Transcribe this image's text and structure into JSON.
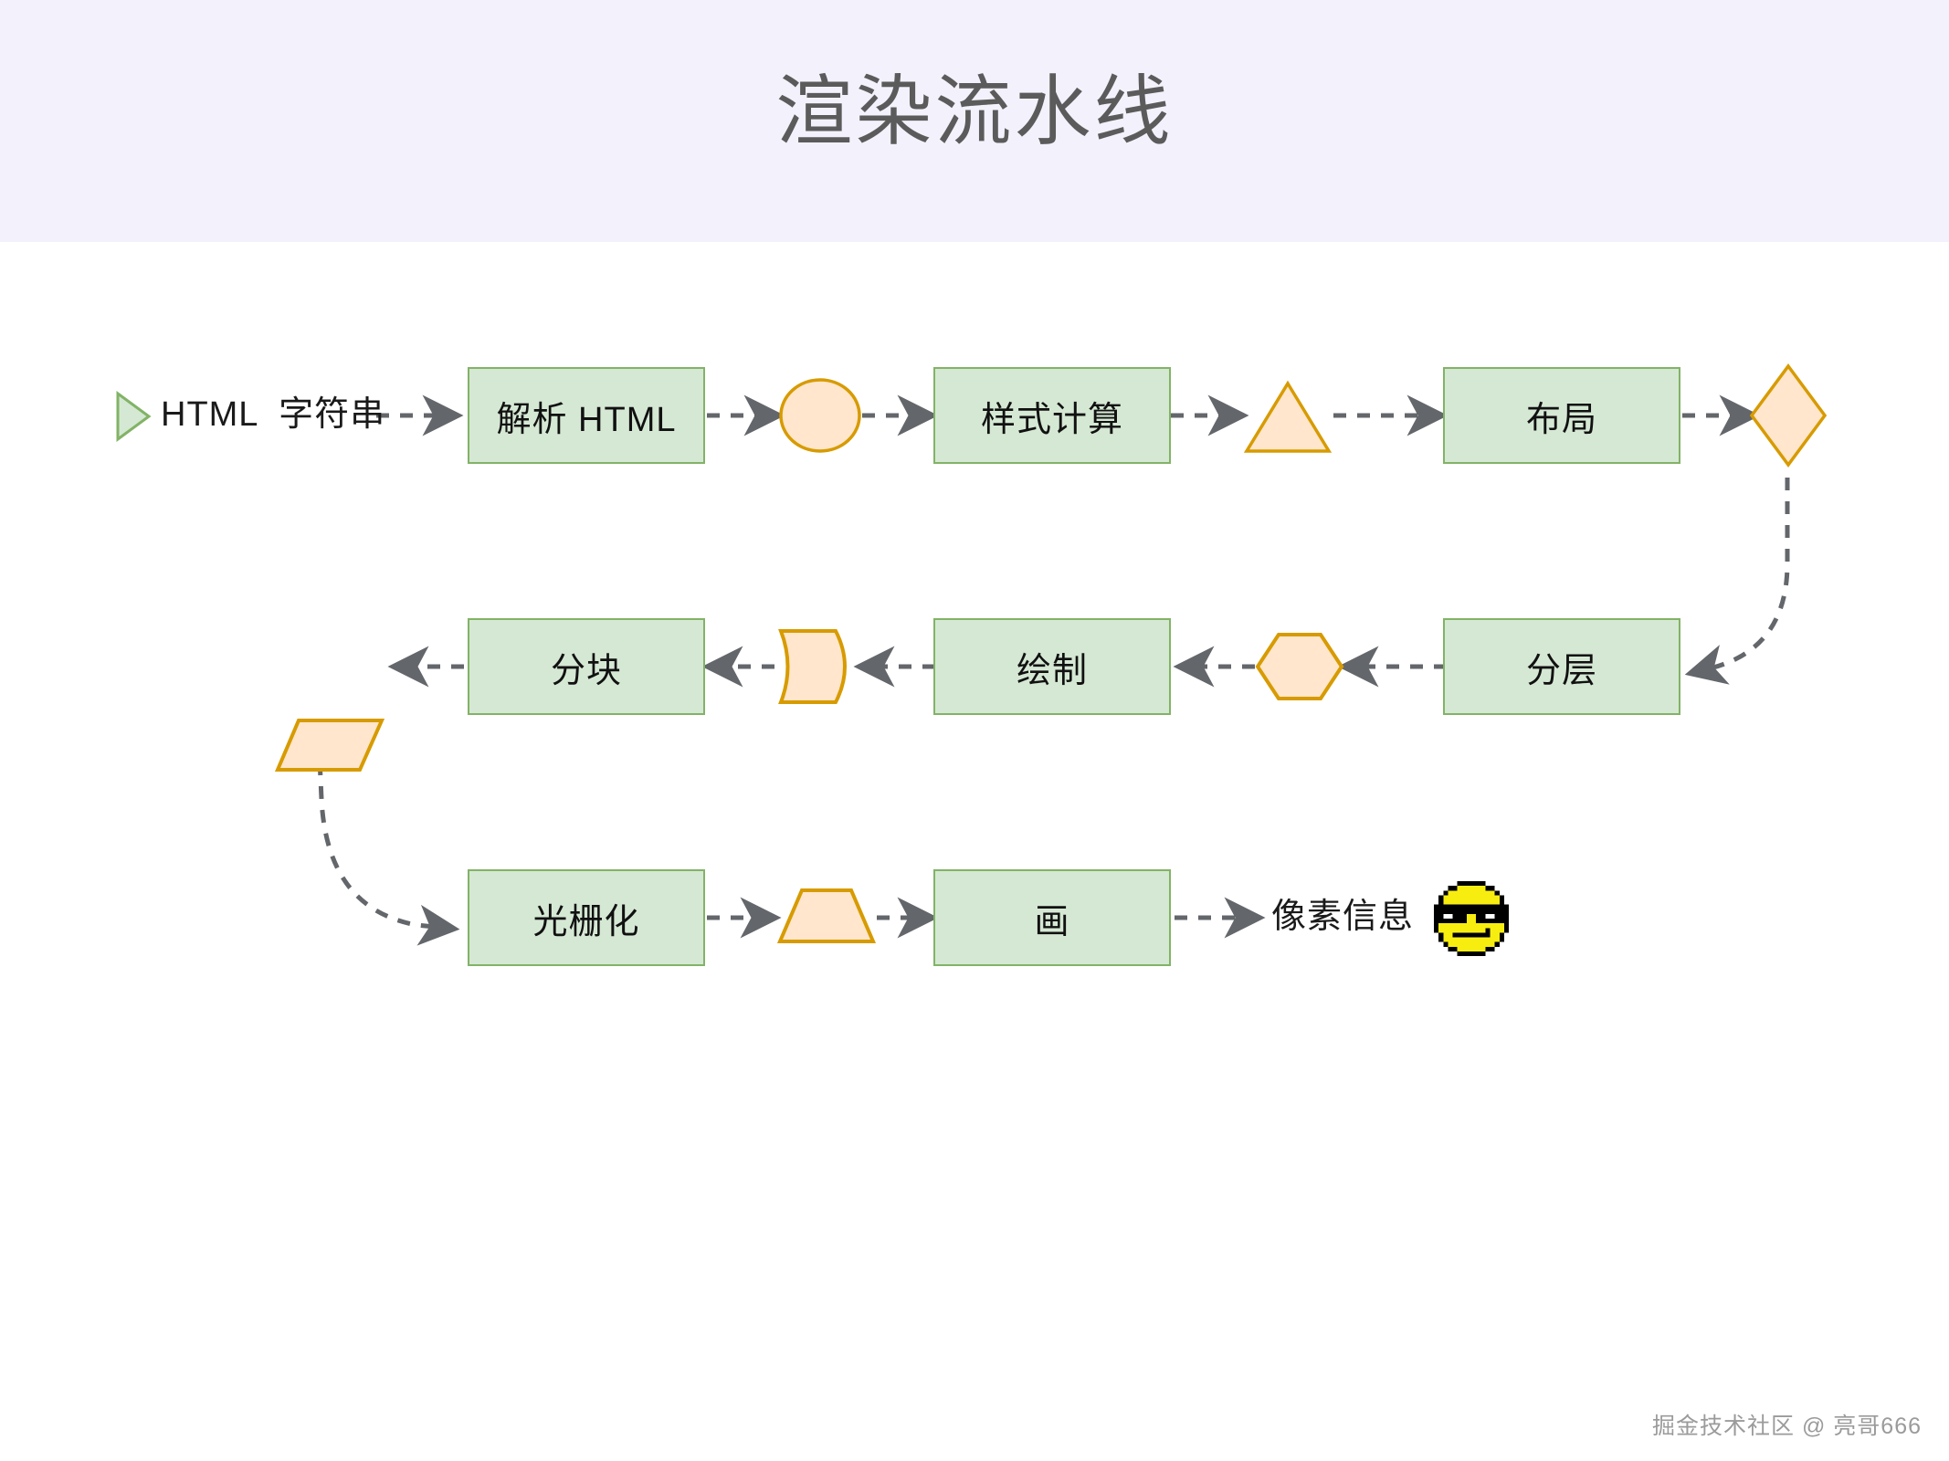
{
  "header": {
    "title": "渲染流水线",
    "band_color": "#f3f1fb",
    "title_color": "#5b5b5b"
  },
  "palette": {
    "process_fill": "#d5e8d4",
    "process_stroke": "#82b366",
    "artifact_fill": "#ffe6cc",
    "artifact_stroke": "#d79b00",
    "edge_color": "#63666a",
    "text_color": "#111111"
  },
  "diagram": {
    "kind": "flowchart",
    "direction": "serpentine: row1 left-to-right, row2 right-to-left, row3 left-to-right",
    "start_marker": {
      "name": "start-triangle",
      "shape": "triangle-right",
      "fill": "#d5e8d4",
      "stroke": "#82b366"
    },
    "rows": [
      {
        "id": "row-1",
        "nodes": [
          {
            "id": "html-string",
            "type": "text",
            "label": "HTML  字符串"
          },
          {
            "id": "parse-html",
            "type": "process",
            "label": "解析 HTML"
          },
          {
            "id": "dom-tree",
            "type": "artifact",
            "shape": "ellipse",
            "label": ""
          },
          {
            "id": "style-calc",
            "type": "process",
            "label": "样式计算"
          },
          {
            "id": "style-result",
            "type": "artifact",
            "shape": "triangle",
            "label": ""
          },
          {
            "id": "layout",
            "type": "process",
            "label": "布局"
          },
          {
            "id": "layout-result",
            "type": "artifact",
            "shape": "diamond",
            "label": ""
          }
        ]
      },
      {
        "id": "row-2",
        "nodes": [
          {
            "id": "layer-result",
            "type": "artifact",
            "shape": "hexagon",
            "label": ""
          },
          {
            "id": "layer",
            "type": "process",
            "label": "分层"
          },
          {
            "id": "paint",
            "type": "process",
            "label": "绘制"
          },
          {
            "id": "paint-result",
            "type": "artifact",
            "shape": "tape",
            "label": ""
          },
          {
            "id": "tiling",
            "type": "process",
            "label": "分块"
          },
          {
            "id": "tile-result",
            "type": "artifact",
            "shape": "parallelogram",
            "label": ""
          }
        ]
      },
      {
        "id": "row-3",
        "nodes": [
          {
            "id": "rasterize",
            "type": "process",
            "label": "光栅化"
          },
          {
            "id": "raster-result",
            "type": "artifact",
            "shape": "trapezoid",
            "label": ""
          },
          {
            "id": "draw",
            "type": "process",
            "label": "画"
          },
          {
            "id": "pixel-info",
            "type": "text",
            "label": "像素信息"
          },
          {
            "id": "cool-emoji",
            "type": "emoji",
            "label": "cool-sunglasses-face-emoji"
          }
        ]
      }
    ],
    "edges": [
      {
        "from": "html-string",
        "to": "parse-html",
        "style": "dashed",
        "dir": "right"
      },
      {
        "from": "parse-html",
        "to": "dom-tree",
        "style": "dashed",
        "dir": "right"
      },
      {
        "from": "dom-tree",
        "to": "style-calc",
        "style": "dashed",
        "dir": "right"
      },
      {
        "from": "style-calc",
        "to": "style-result",
        "style": "dashed",
        "dir": "right"
      },
      {
        "from": "style-result",
        "to": "layout",
        "style": "dashed",
        "dir": "right"
      },
      {
        "from": "layout",
        "to": "layout-result",
        "style": "dashed",
        "dir": "right"
      },
      {
        "from": "layout-result",
        "to": "layer",
        "style": "dashed",
        "dir": "curve-down-left"
      },
      {
        "from": "layer",
        "to": "layer-result",
        "style": "dashed",
        "dir": "left"
      },
      {
        "from": "layer-result",
        "to": "paint",
        "style": "dashed",
        "dir": "left"
      },
      {
        "from": "paint",
        "to": "paint-result",
        "style": "dashed",
        "dir": "left"
      },
      {
        "from": "paint-result",
        "to": "tiling",
        "style": "dashed",
        "dir": "left"
      },
      {
        "from": "tiling",
        "to": "tile-result",
        "style": "dashed",
        "dir": "left"
      },
      {
        "from": "tile-result",
        "to": "rasterize",
        "style": "dashed",
        "dir": "curve-down-right"
      },
      {
        "from": "rasterize",
        "to": "raster-result",
        "style": "dashed",
        "dir": "right"
      },
      {
        "from": "raster-result",
        "to": "draw",
        "style": "dashed",
        "dir": "right"
      },
      {
        "from": "draw",
        "to": "pixel-info",
        "style": "dashed",
        "dir": "right"
      }
    ]
  },
  "watermark": {
    "text": "掘金技术社区 @ 亮哥666"
  }
}
